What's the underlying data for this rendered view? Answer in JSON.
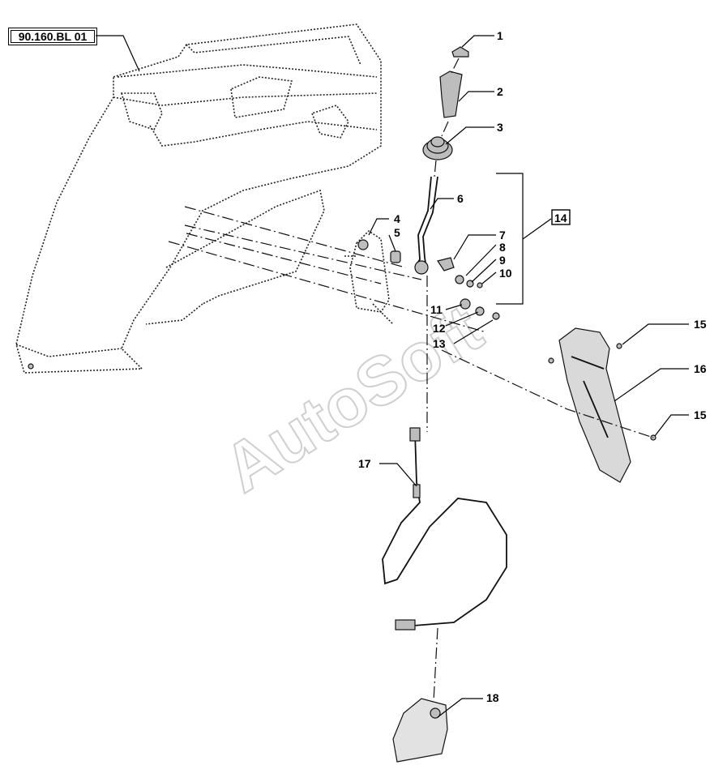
{
  "reference_code": "90.160.BL 01",
  "watermark": "AutoSoft",
  "callouts": [
    {
      "id": "c1",
      "label": "1"
    },
    {
      "id": "c2",
      "label": "2"
    },
    {
      "id": "c3",
      "label": "3"
    },
    {
      "id": "c4",
      "label": "4"
    },
    {
      "id": "c5",
      "label": "5"
    },
    {
      "id": "c6",
      "label": "6"
    },
    {
      "id": "c7",
      "label": "7"
    },
    {
      "id": "c8",
      "label": "8"
    },
    {
      "id": "c9",
      "label": "9"
    },
    {
      "id": "c10",
      "label": "10"
    },
    {
      "id": "c11",
      "label": "11"
    },
    {
      "id": "c12",
      "label": "12"
    },
    {
      "id": "c13",
      "label": "13"
    },
    {
      "id": "c14",
      "label": "14"
    },
    {
      "id": "c15a",
      "label": "15"
    },
    {
      "id": "c15b",
      "label": "15"
    },
    {
      "id": "c16",
      "label": "16"
    },
    {
      "id": "c17",
      "label": "17"
    },
    {
      "id": "c18",
      "label": "18"
    }
  ]
}
